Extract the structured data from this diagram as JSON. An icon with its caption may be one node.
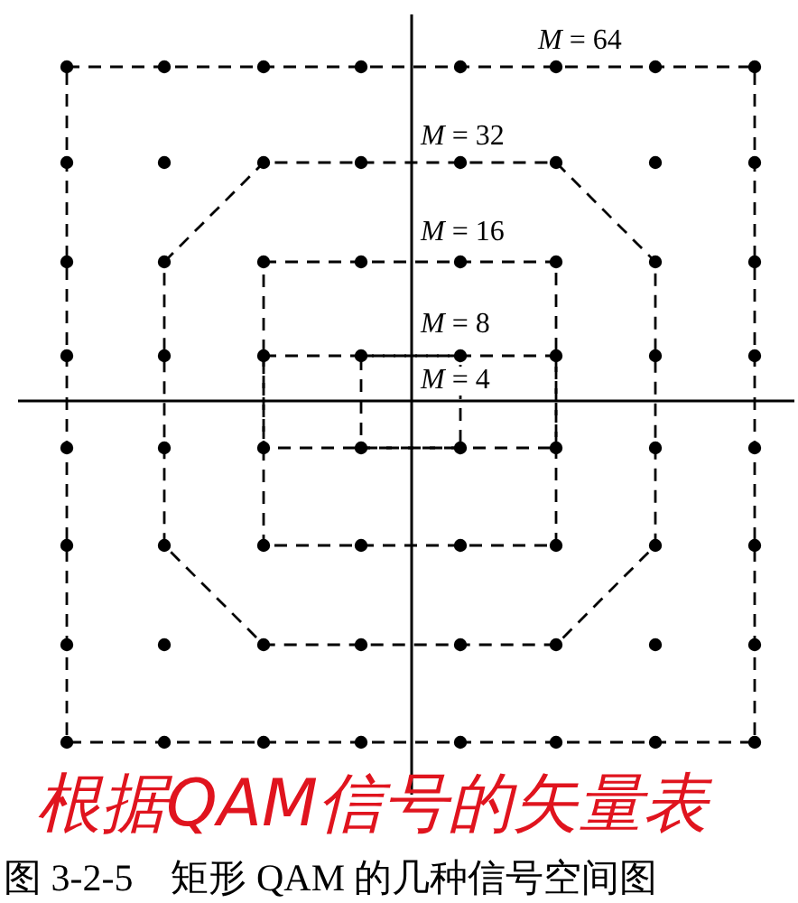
{
  "diagram": {
    "caption": "图 3-2-5　矩形 QAM 的几种信号空间图",
    "labels": [
      "*M* = 64",
      "*M* = 32",
      "*M* = 16",
      "*M* = 8",
      "*M* = 4",
      "根据QAM信号的矢量表"
    ]
  }
}
